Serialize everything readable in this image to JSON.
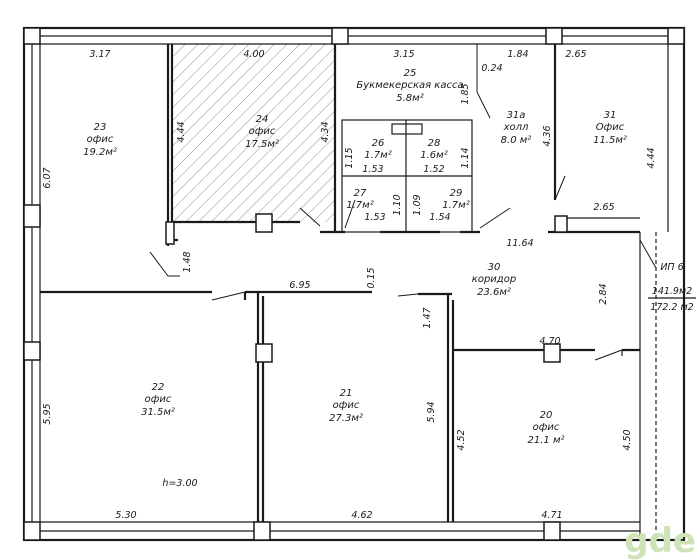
{
  "rooms": [
    {
      "id": "r23",
      "num": "23",
      "name": "офис",
      "area": "19.2м²"
    },
    {
      "id": "r24",
      "num": "24",
      "name": "офис",
      "area": "17.5м²"
    },
    {
      "id": "r25",
      "num": "25",
      "name": "Букмекерская касса",
      "area": "5.8м²"
    },
    {
      "id": "r26",
      "num": "26",
      "name": "",
      "area": "1.7м²"
    },
    {
      "id": "r28",
      "num": "28",
      "name": "",
      "area": "1.6м²"
    },
    {
      "id": "r27",
      "num": "27",
      "name": "",
      "area": "1.7м²"
    },
    {
      "id": "r29",
      "num": "29",
      "name": "",
      "area": "1.7м²"
    },
    {
      "id": "r31a",
      "num": "31а",
      "name": "холл",
      "area": "8.0 м²"
    },
    {
      "id": "r31",
      "num": "31",
      "name": "Офис",
      "area": "11.5м²"
    },
    {
      "id": "r30",
      "num": "30",
      "name": "коридор",
      "area": "23.6м²"
    },
    {
      "id": "r22",
      "num": "22",
      "name": "офис",
      "area": "31.5м²"
    },
    {
      "id": "r21",
      "num": "21",
      "name": "офис",
      "area": "27.3м²"
    },
    {
      "id": "r20",
      "num": "20",
      "name": "офис",
      "area": "21.1 м²"
    }
  ],
  "dimensions": [
    "3.17",
    "4.00",
    "3.15",
    "1.84",
    "2.65",
    "0.24",
    "1.85",
    "4.44",
    "4.34",
    "4.36",
    "4.44",
    "6.07",
    "1.15",
    "1.14",
    "1.53",
    "1.52",
    "1.10",
    "1.09",
    "1.53",
    "1.54",
    "2.65",
    "11.64",
    "1.48",
    "6.95",
    "0.15",
    "1.47",
    "2.84",
    "4.70",
    "5.95",
    "5.94",
    "4.52",
    "4.50",
    "5.30",
    "4.62",
    "4.71"
  ],
  "notes": {
    "ip": "ИП 6",
    "total_area_1": "141.9м2",
    "total_area_2": "172.2 м2",
    "height": "h=3.00"
  },
  "watermark": "gde"
}
